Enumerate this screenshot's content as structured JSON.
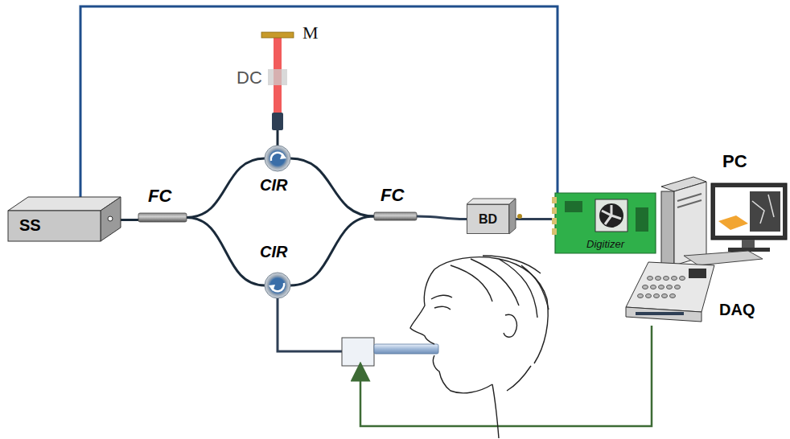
{
  "diagram": {
    "nodes": [
      {
        "text": [
          "SS"
        ]
      },
      {
        "text": [
          "FC"
        ]
      },
      {
        "text": [
          "CIR"
        ]
      },
      {
        "text": [
          "CIR"
        ]
      },
      {
        "text": [
          "FC"
        ]
      },
      {
        "text": [
          "BD"
        ]
      },
      {
        "text": [
          "Digitizer"
        ]
      },
      {
        "text": [
          "PC"
        ]
      },
      {
        "text": [
          "DAQ"
        ]
      }
    ],
    "edges": [
      {
        "from": 0,
        "to": 1,
        "arrow": "none"
      },
      {
        "from": 1,
        "to": 2,
        "arrow": "none"
      },
      {
        "from": 1,
        "to": 3,
        "arrow": "none"
      },
      {
        "from": 2,
        "to": 4,
        "arrow": "none"
      },
      {
        "from": 3,
        "to": 4,
        "arrow": "none"
      },
      {
        "from": 4,
        "to": 5,
        "arrow": "none"
      },
      {
        "from": 5,
        "to": 6,
        "arrow": "none"
      },
      {
        "from": 0,
        "to": 6,
        "arrow": "none"
      }
    ],
    "labels": [
      "M",
      "DC"
    ]
  }
}
